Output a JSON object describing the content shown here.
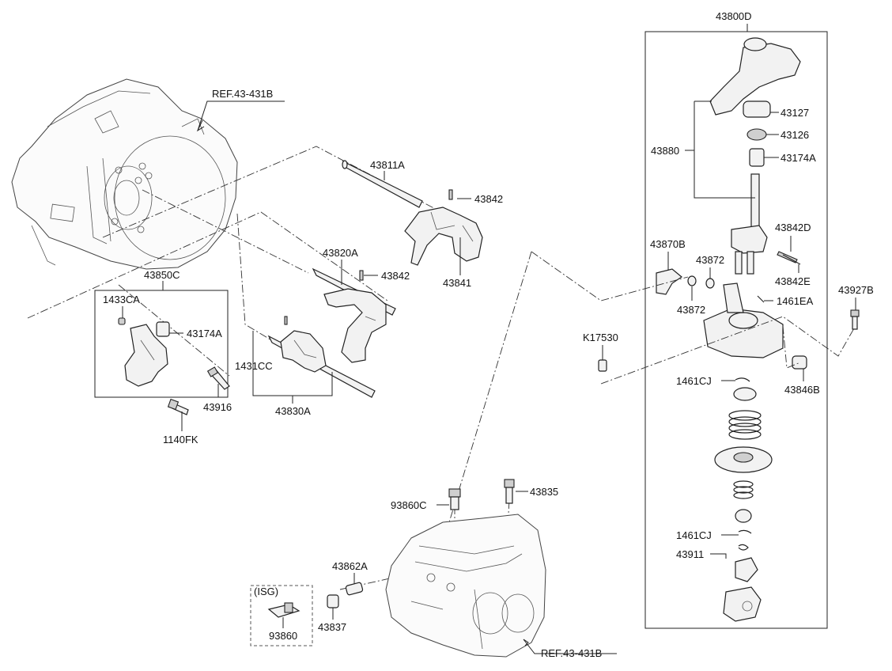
{
  "labels": {
    "p43800D": "43800D",
    "ref_top": "REF.43-431B",
    "ref_bottom": "REF.43-431B",
    "p43811A": "43811A",
    "p43842_top": "43842",
    "p43841": "43841",
    "p43820A": "43820A",
    "p43842_mid": "43842",
    "p43850C": "43850C",
    "p1433CA": "1433CA",
    "p43174A_left": "43174A",
    "p1431CC": "1431CC",
    "p43830A": "43830A",
    "p43916": "43916",
    "p1140FK": "1140FK",
    "p43127": "43127",
    "p43126": "43126",
    "p43174A_right": "43174A",
    "p43880": "43880",
    "p43842D": "43842D",
    "p43870B": "43870B",
    "p43872_top": "43872",
    "p43872_bottom": "43872",
    "p43842E": "43842E",
    "p1461EA": "1461EA",
    "p43927B": "43927B",
    "pK17530": "K17530",
    "p1461CJ_top": "1461CJ",
    "p43846B": "43846B",
    "p1461CJ_bottom": "1461CJ",
    "p43911": "43911",
    "p93860C": "93860C",
    "p43835": "43835",
    "p43862A": "43862A",
    "isg": "(ISG)",
    "p43837": "43837",
    "p93860": "93860"
  }
}
